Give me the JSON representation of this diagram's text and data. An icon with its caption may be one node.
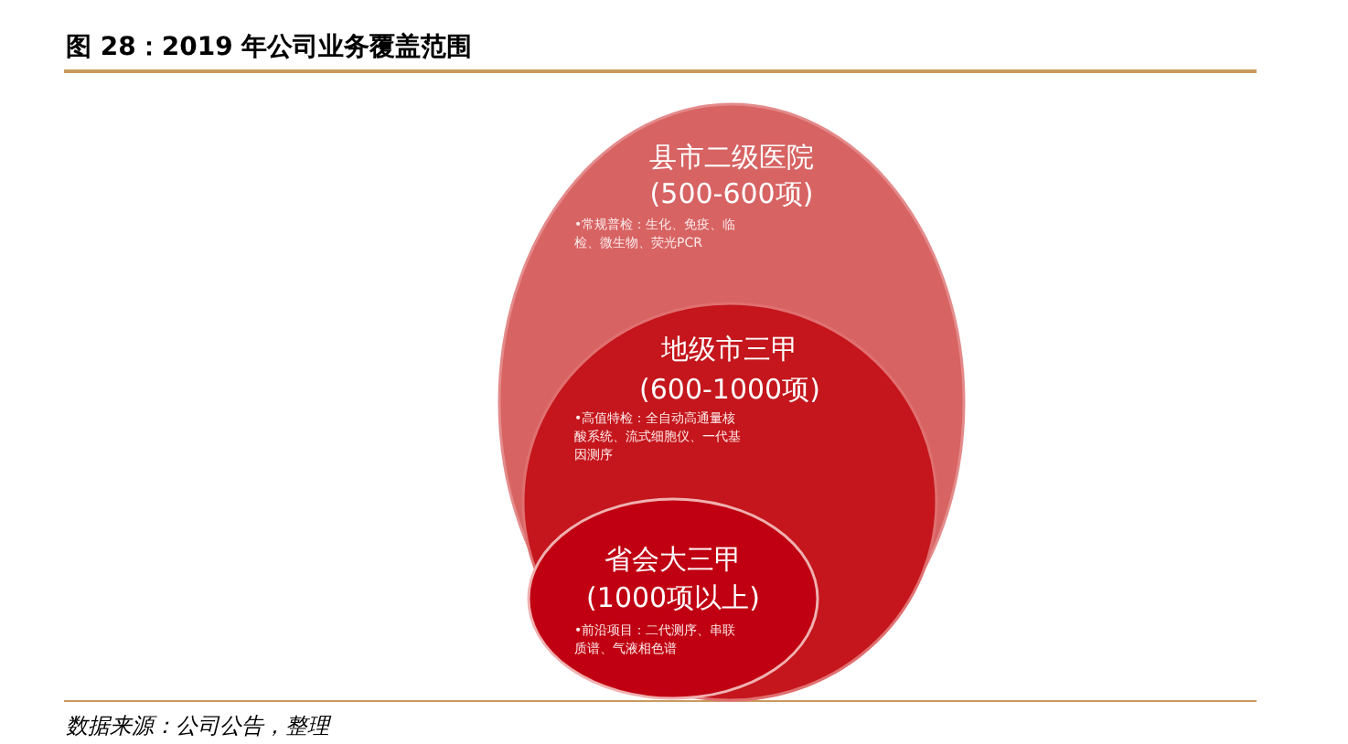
{
  "diagram": {
    "title": "图 28：2019 年公司业务覆盖范围",
    "caption": "数据来源：公司公告，整理",
    "nodes": [
      {
        "text": [
          "县市二级医院",
          "(500-600项)",
          "•常规普检：生化、免疫、临检、微生物、荧光PCR"
        ]
      },
      {
        "text": [
          "地级市三甲",
          "(600-1000项)",
          "•高值特检：全自动高通量核酸系统、流式细胞仪、一代基因测序"
        ],
        "in": 0
      },
      {
        "text": [
          "省会大三甲",
          "(1000项以上)",
          "•前沿项目：二代测序、串联质谱、气液相色谱"
        ],
        "in": 1
      }
    ]
  }
}
